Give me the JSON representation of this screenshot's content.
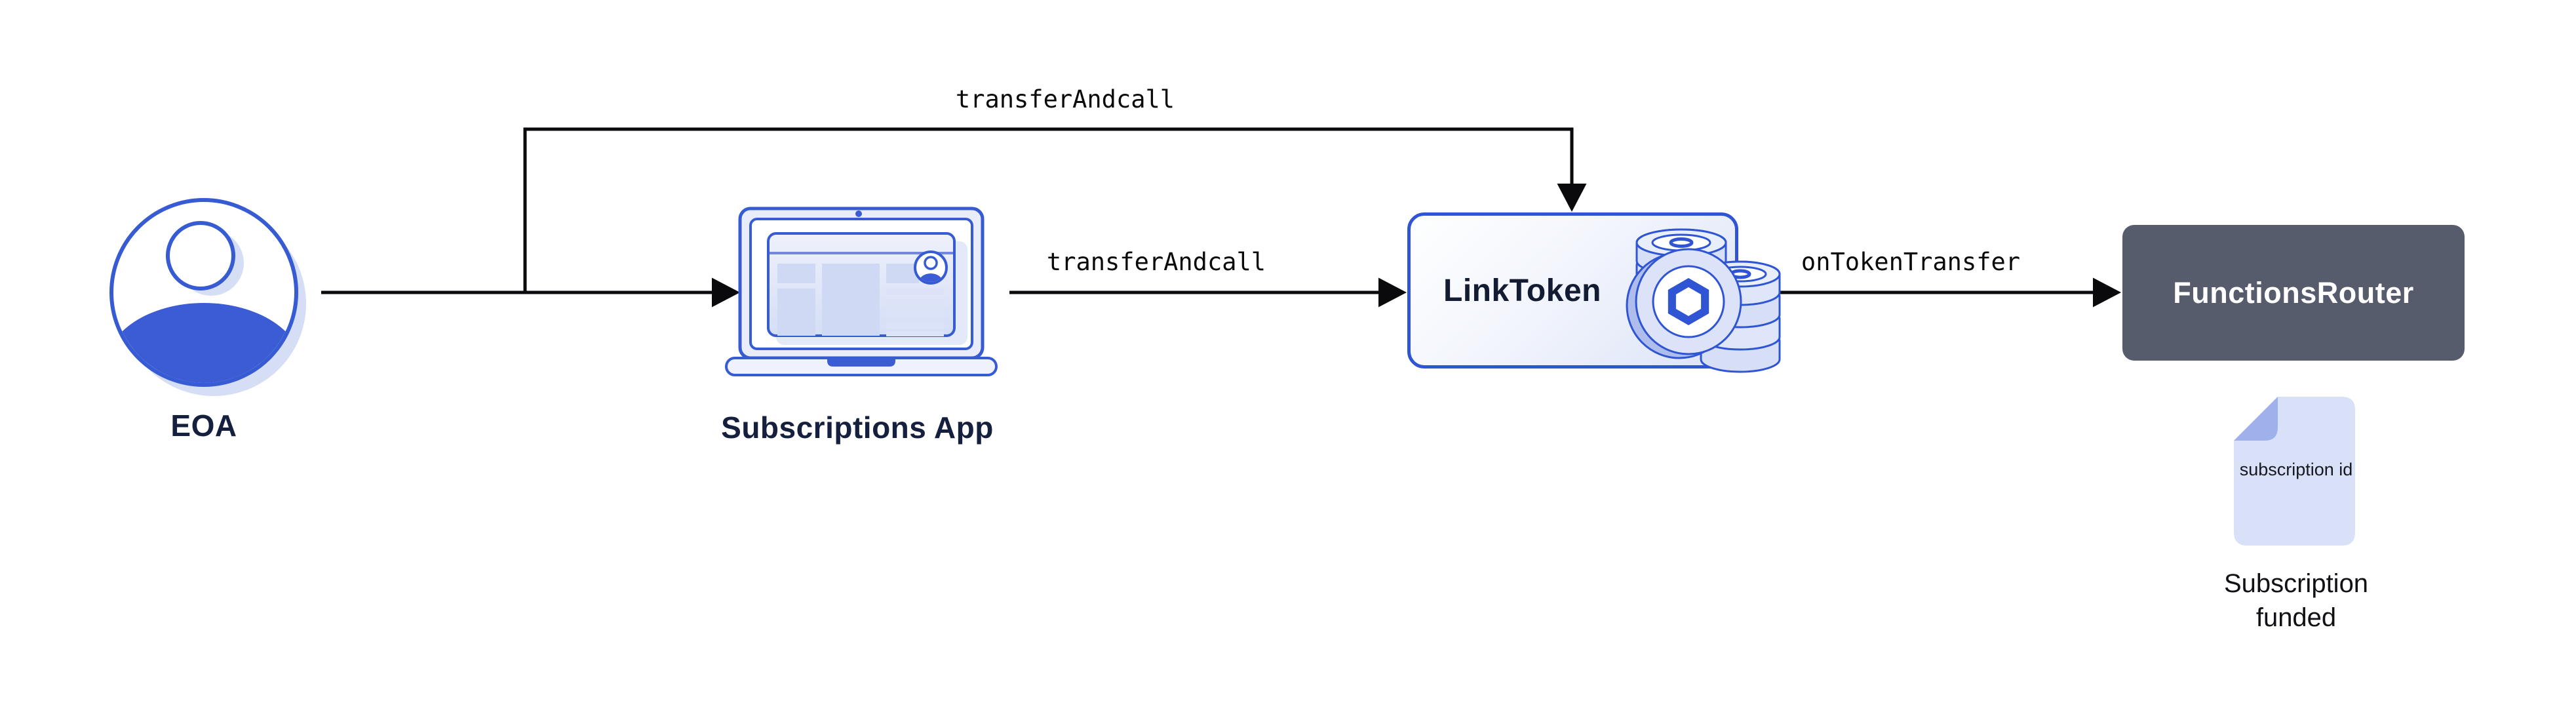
{
  "diagram": {
    "title_hint": "LINK token subscription funding flow",
    "background_color": "#ffffff",
    "colors": {
      "accent_blue": "#2f55d4",
      "brand_blue": "#375bd2",
      "deep_navy_text": "#15203f",
      "slate_box": "#565c6b",
      "lavender_fill": "#d9e1f8",
      "lavender_shadow": "#d6def5",
      "arrow_black": "#0a0a0c",
      "white": "#ffffff"
    },
    "nodes": {
      "eoa": {
        "label": "EOA",
        "icon": "person-avatar-icon"
      },
      "subscriptions_app": {
        "label": "Subscriptions App",
        "icon": "laptop-icon"
      },
      "link_token": {
        "label": "LinkToken",
        "icon": "coin-stack-icon"
      },
      "functions_router": {
        "label": "FunctionsRouter"
      }
    },
    "edges": {
      "eoa_to_link_token": {
        "label": "transferAndcall"
      },
      "app_to_link_token": {
        "label": "transferAndcall"
      },
      "link_token_to_router": {
        "label": "onTokenTransfer"
      }
    },
    "artifact": {
      "document_text": "subscription id",
      "caption": "Subscription funded",
      "icon": "document-icon"
    }
  }
}
